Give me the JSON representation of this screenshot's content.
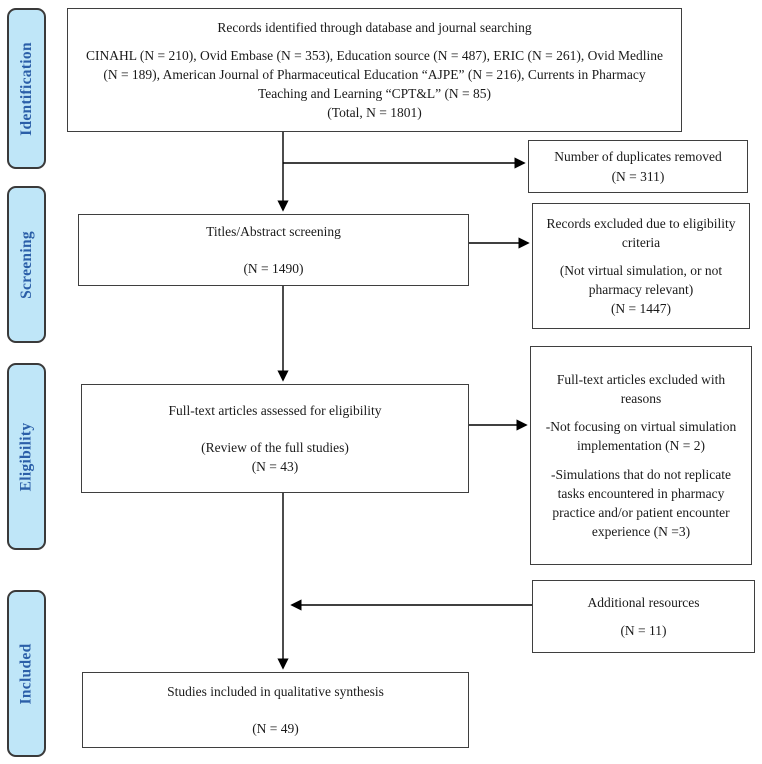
{
  "stages": [
    {
      "label": "Identification"
    },
    {
      "label": "Screening"
    },
    {
      "label": "Eligibility"
    },
    {
      "label": "Included"
    }
  ],
  "boxes": {
    "records": {
      "title": "Records identified through database and journal searching",
      "detail": "CINAHL (N = 210), Ovid Embase (N = 353), Education source (N = 487), ERIC (N = 261), Ovid Medline (N = 189), American Journal of Pharmaceutical Education “AJPE” (N = 216), Currents in Pharmacy Teaching and Learning “CPT&L” (N = 85)",
      "total": "(Total, N = 1801)"
    },
    "duplicates": {
      "title": "Number of duplicates removed",
      "count": "(N = 311)"
    },
    "screening": {
      "title": "Titles/Abstract screening",
      "count": "(N = 1490)"
    },
    "excluded_screening": {
      "title": "Records excluded due to eligibility criteria",
      "reason": "(Not virtual simulation, or not pharmacy relevant)",
      "count": "(N = 1447)"
    },
    "fulltext": {
      "title": "Full-text articles assessed for eligibility",
      "subtitle": "(Review of the full studies)",
      "count": "(N = 43)"
    },
    "excluded_fulltext": {
      "title": "Full-text articles excluded with reasons",
      "reasons": [
        "-Not focusing on virtual simulation implementation (N = 2)",
        "-Simulations that do not replicate tasks encountered in pharmacy practice and/or patient encounter experience (N =3)"
      ]
    },
    "additional": {
      "title": "Additional resources",
      "count": "(N = 11)"
    },
    "included": {
      "title": "Studies included in qualitative synthesis",
      "count": "(N = 49)"
    }
  },
  "colors": {
    "stage_fill": "#bfe6f8",
    "stage_text": "#2b5fa8",
    "box_border": "#3f3f3f",
    "box_fill": "#ffffff",
    "arrow": "#000000"
  }
}
